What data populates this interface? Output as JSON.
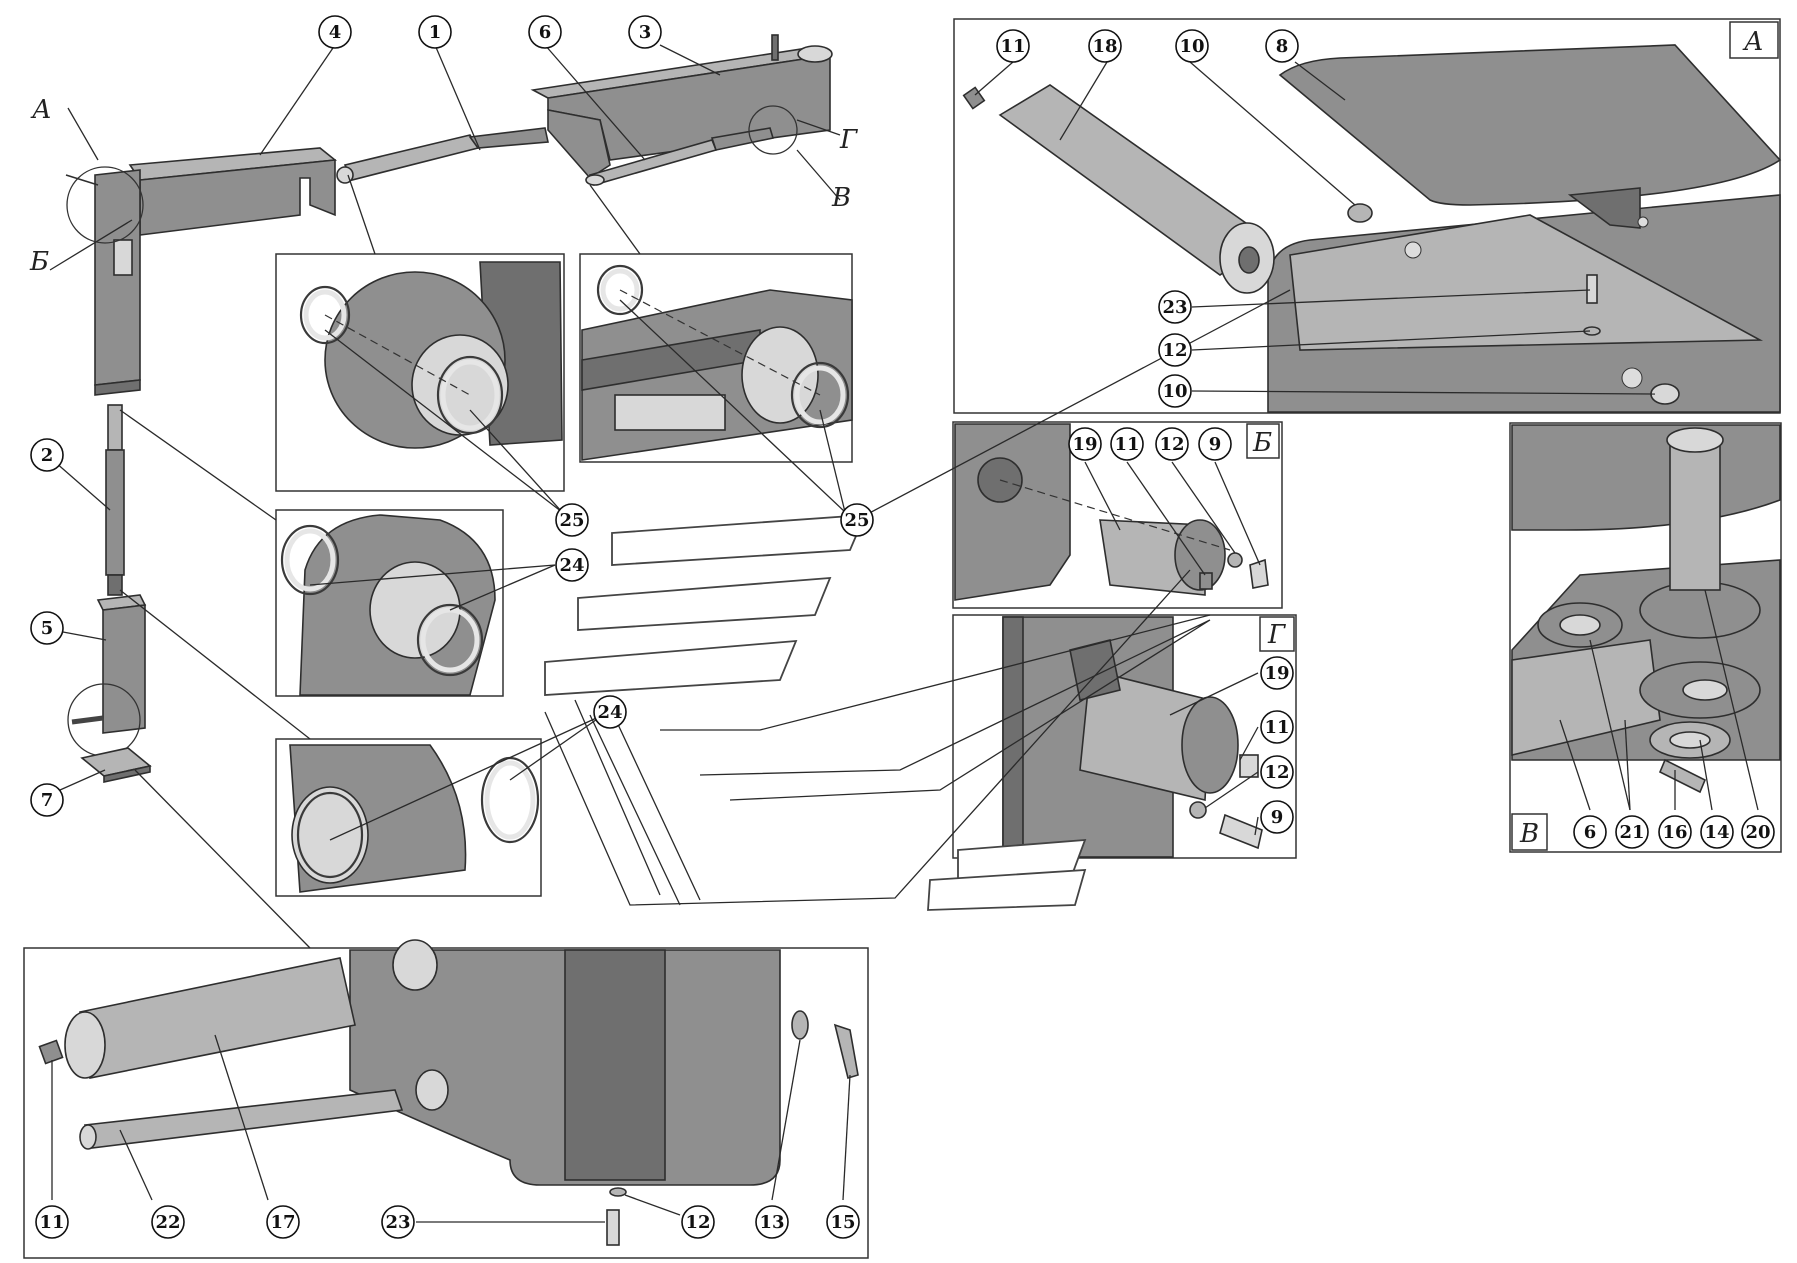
{
  "views": {
    "A": "А",
    "B": "Б",
    "V": "В",
    "G": "Г"
  },
  "callouts": [
    {
      "id": "c-4-main",
      "label": "4"
    },
    {
      "id": "c-1-main",
      "label": "1"
    },
    {
      "id": "c-6-main",
      "label": "6"
    },
    {
      "id": "c-3-main",
      "label": "3"
    },
    {
      "id": "c-2-main",
      "label": "2"
    },
    {
      "id": "c-5-main",
      "label": "5"
    },
    {
      "id": "c-7-main",
      "label": "7"
    },
    {
      "id": "c-25-a",
      "label": "25"
    },
    {
      "id": "c-25-b",
      "label": "25"
    },
    {
      "id": "c-24-a",
      "label": "24"
    },
    {
      "id": "c-24-b",
      "label": "24"
    },
    {
      "id": "c-11-A",
      "label": "11"
    },
    {
      "id": "c-18-A",
      "label": "18"
    },
    {
      "id": "c-10-A1",
      "label": "10"
    },
    {
      "id": "c-8-A",
      "label": "8"
    },
    {
      "id": "c-23-A",
      "label": "23"
    },
    {
      "id": "c-12-A",
      "label": "12"
    },
    {
      "id": "c-10-A2",
      "label": "10"
    },
    {
      "id": "c-19-B",
      "label": "19"
    },
    {
      "id": "c-11-B",
      "label": "11"
    },
    {
      "id": "c-12-B",
      "label": "12"
    },
    {
      "id": "c-9-B",
      "label": "9"
    },
    {
      "id": "c-19-G",
      "label": "19"
    },
    {
      "id": "c-11-G",
      "label": "11"
    },
    {
      "id": "c-12-G",
      "label": "12"
    },
    {
      "id": "c-9-G",
      "label": "9"
    },
    {
      "id": "c-6-V",
      "label": "6"
    },
    {
      "id": "c-21-V",
      "label": "21"
    },
    {
      "id": "c-16-V",
      "label": "16"
    },
    {
      "id": "c-14-V",
      "label": "14"
    },
    {
      "id": "c-20-V",
      "label": "20"
    },
    {
      "id": "c-11-bot",
      "label": "11"
    },
    {
      "id": "c-22-bot",
      "label": "22"
    },
    {
      "id": "c-17-bot",
      "label": "17"
    },
    {
      "id": "c-23-bot",
      "label": "23"
    },
    {
      "id": "c-12-bot",
      "label": "12"
    },
    {
      "id": "c-13-bot",
      "label": "13"
    },
    {
      "id": "c-15-bot",
      "label": "15"
    }
  ]
}
